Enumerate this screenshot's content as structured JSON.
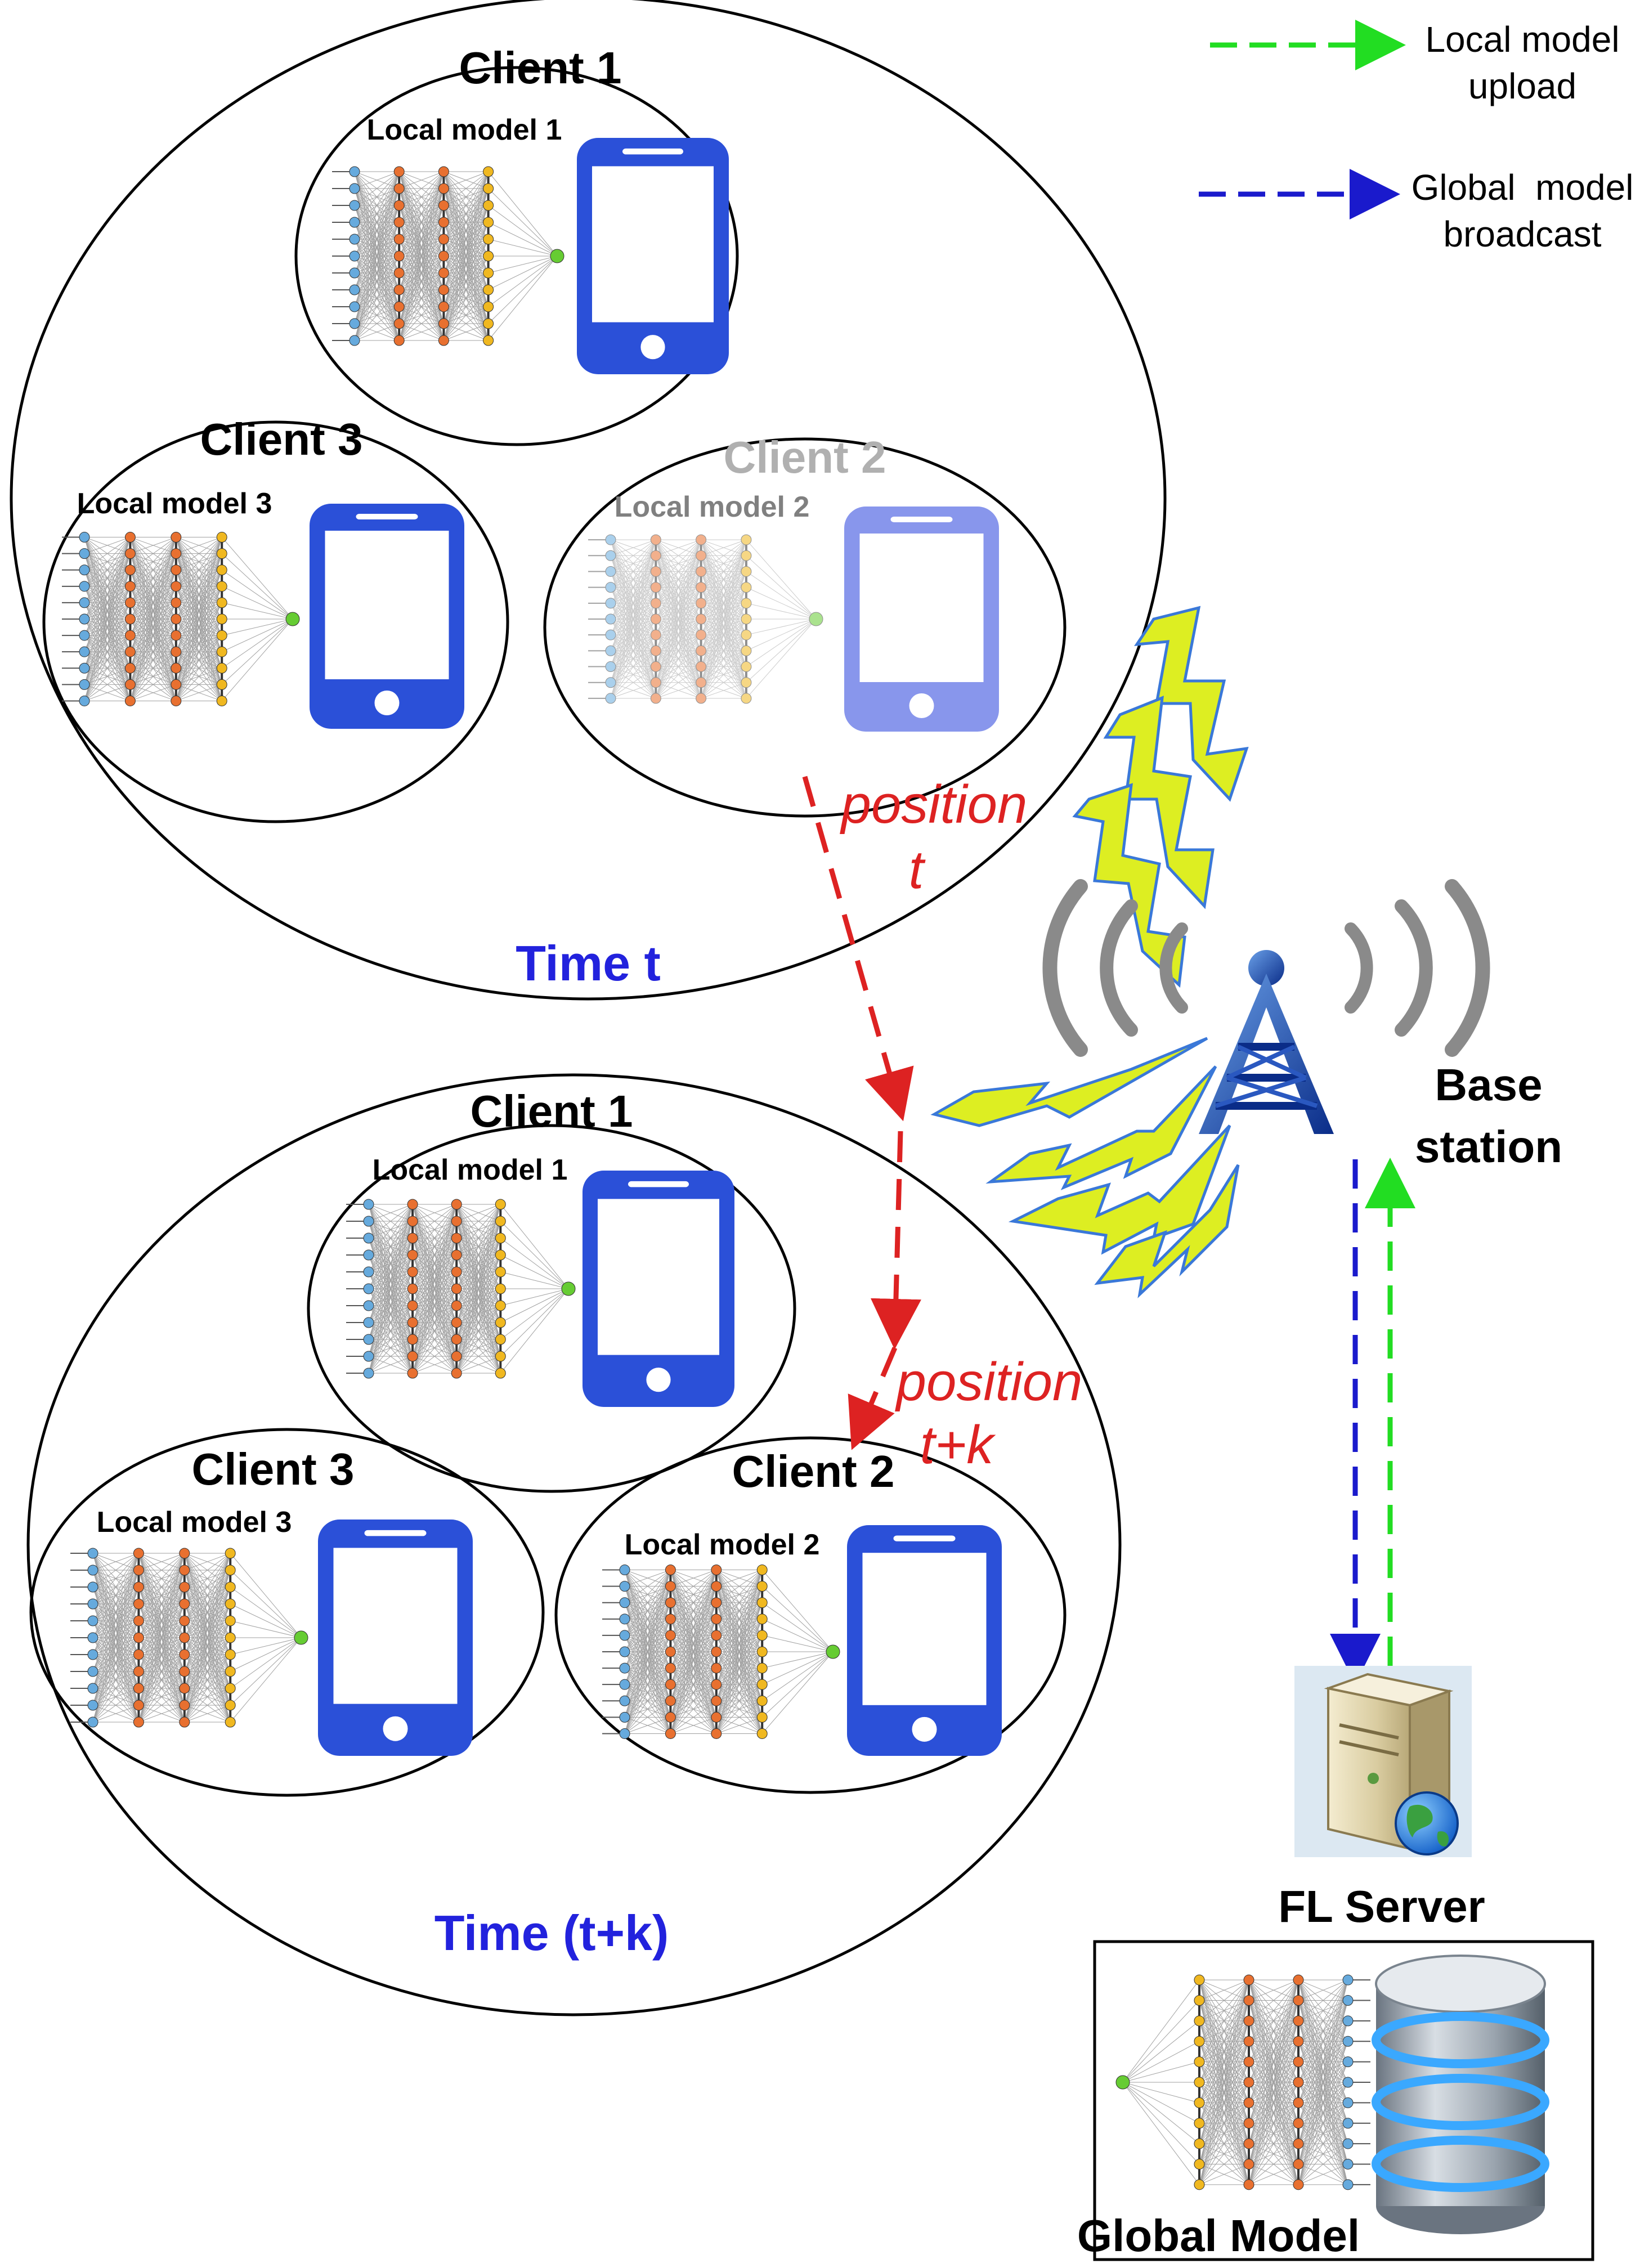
{
  "legend": {
    "upload_line1": "Local model",
    "upload_line2": "upload",
    "broadcast_line1": "Global  model",
    "broadcast_line2": "broadcast"
  },
  "time_t": {
    "label": "Time t",
    "clients": [
      {
        "name": "Client 1",
        "model": "Local model 1"
      },
      {
        "name": "Client 3",
        "model": "Local model 3"
      },
      {
        "name": "Client 2",
        "model": "Local model 2"
      }
    ]
  },
  "time_tk": {
    "label": "Time (t+k)",
    "clients": [
      {
        "name": "Client 1",
        "model": "Local model 1"
      },
      {
        "name": "Client 3",
        "model": "Local model 3"
      },
      {
        "name": "Client 2",
        "model": "Local model 2"
      }
    ]
  },
  "movement": {
    "pos_t_line1": "position",
    "pos_t_line2": "t",
    "pos_tk_line1": "position",
    "pos_tk_line2": "t+k"
  },
  "base_station": {
    "line1": "Base",
    "line2": "station"
  },
  "server": {
    "label": "FL Server"
  },
  "global": {
    "label": "Global Model"
  },
  "colors": {
    "upload": "#22dd22",
    "broadcast": "#1a1acc",
    "movement": "#dd2222",
    "phone": "#2b50d8",
    "phone_faded": "#8896ec",
    "time_label": "#2222dd",
    "bolt_fill": "#ddee22",
    "input_node": "#66aadd",
    "hidden_node": "#e87030",
    "output_layer": "#f0b820",
    "out_node": "#66cc33"
  }
}
